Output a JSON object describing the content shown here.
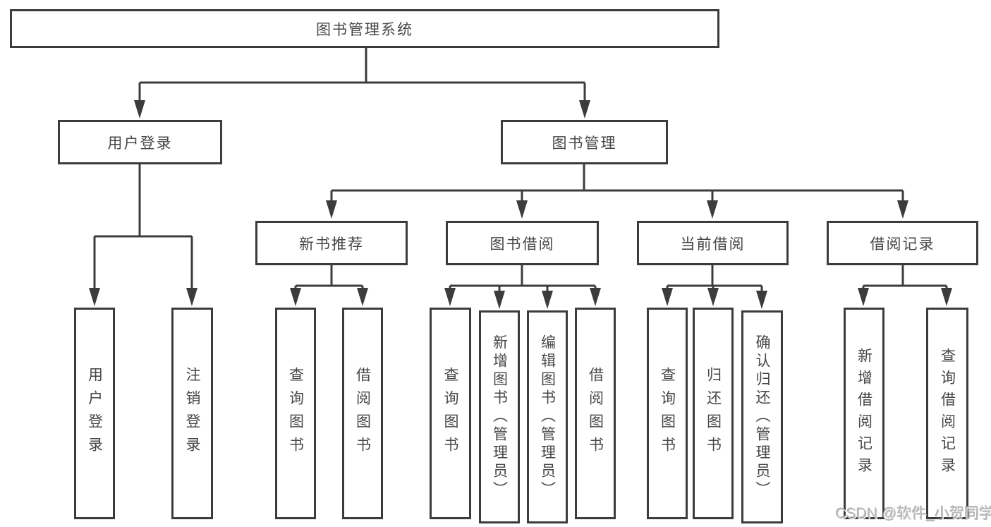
{
  "tree": {
    "root": {
      "label": "图书管理系统"
    },
    "branches": [
      {
        "label": "用户登录",
        "children": [
          {
            "label": "用户登录"
          },
          {
            "label": "注销登录"
          }
        ]
      },
      {
        "label": "图书管理",
        "children": [
          {
            "label": "新书推荐",
            "children": [
              {
                "label": "查询图书"
              },
              {
                "label": "借阅图书"
              }
            ]
          },
          {
            "label": "图书借阅",
            "children": [
              {
                "label": "查询图书"
              },
              {
                "label": "新增图书（管理员）"
              },
              {
                "label": "编辑图书（管理员）"
              },
              {
                "label": "借阅图书"
              }
            ]
          },
          {
            "label": "当前借阅",
            "children": [
              {
                "label": "查询图书"
              },
              {
                "label": "归还图书"
              },
              {
                "label": "确认归还（管理员）"
              }
            ]
          },
          {
            "label": "借阅记录",
            "children": [
              {
                "label": "新增借阅记录"
              },
              {
                "label": "查询借阅记录"
              }
            ]
          }
        ]
      }
    ]
  },
  "watermark": {
    "text": "CSDN @软件_小贺同学"
  },
  "colors": {
    "line": "#3c3c3c",
    "box_border": "#3c3c3c",
    "text": "#474747",
    "watermark": "#b9b9b9",
    "background": "#ffffff"
  }
}
